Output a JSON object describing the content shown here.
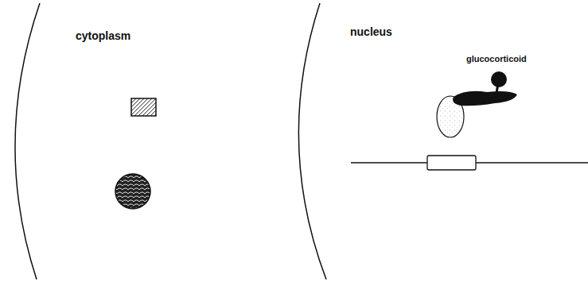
{
  "diagram": {
    "labels": [
      "cytoplasm",
      "nucleus",
      "glucocorticoid"
    ]
  }
}
